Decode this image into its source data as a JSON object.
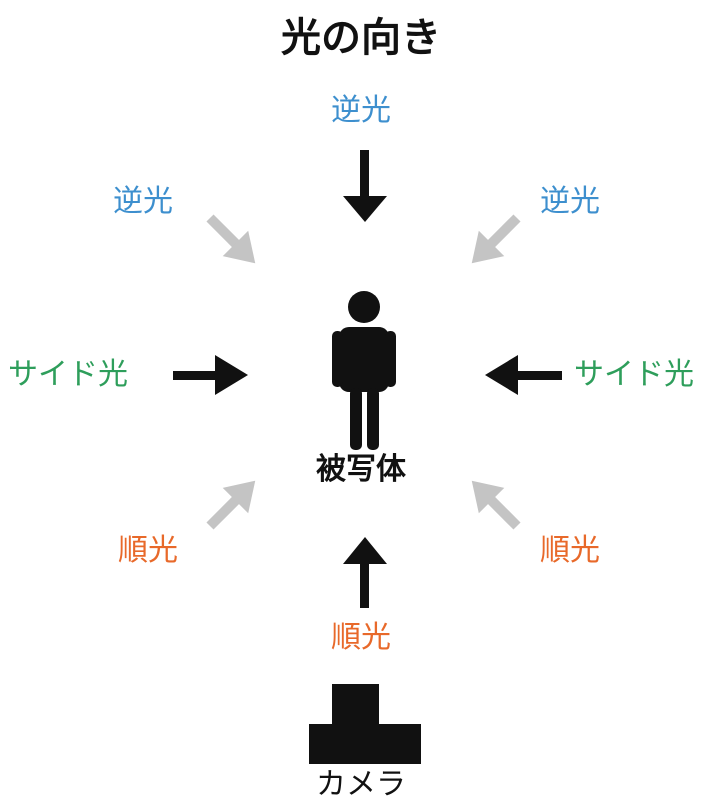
{
  "title": "光の向き",
  "colors": {
    "back": "#3d8fce",
    "side": "#2e9e5b",
    "front": "#e8692a",
    "arrow_dark": "#111111",
    "arrow_light": "#c4c4c4"
  },
  "labels": {
    "top": "逆光",
    "upper_left": "逆光",
    "upper_right": "逆光",
    "middle_left": "サイド光",
    "middle_right": "サイド光",
    "lower_left": "順光",
    "lower_right": "順光",
    "bottom": "順光"
  },
  "subject": {
    "label": "被写体",
    "icon": "person-icon"
  },
  "camera": {
    "label": "カメラ",
    "icon": "camera-icon"
  }
}
